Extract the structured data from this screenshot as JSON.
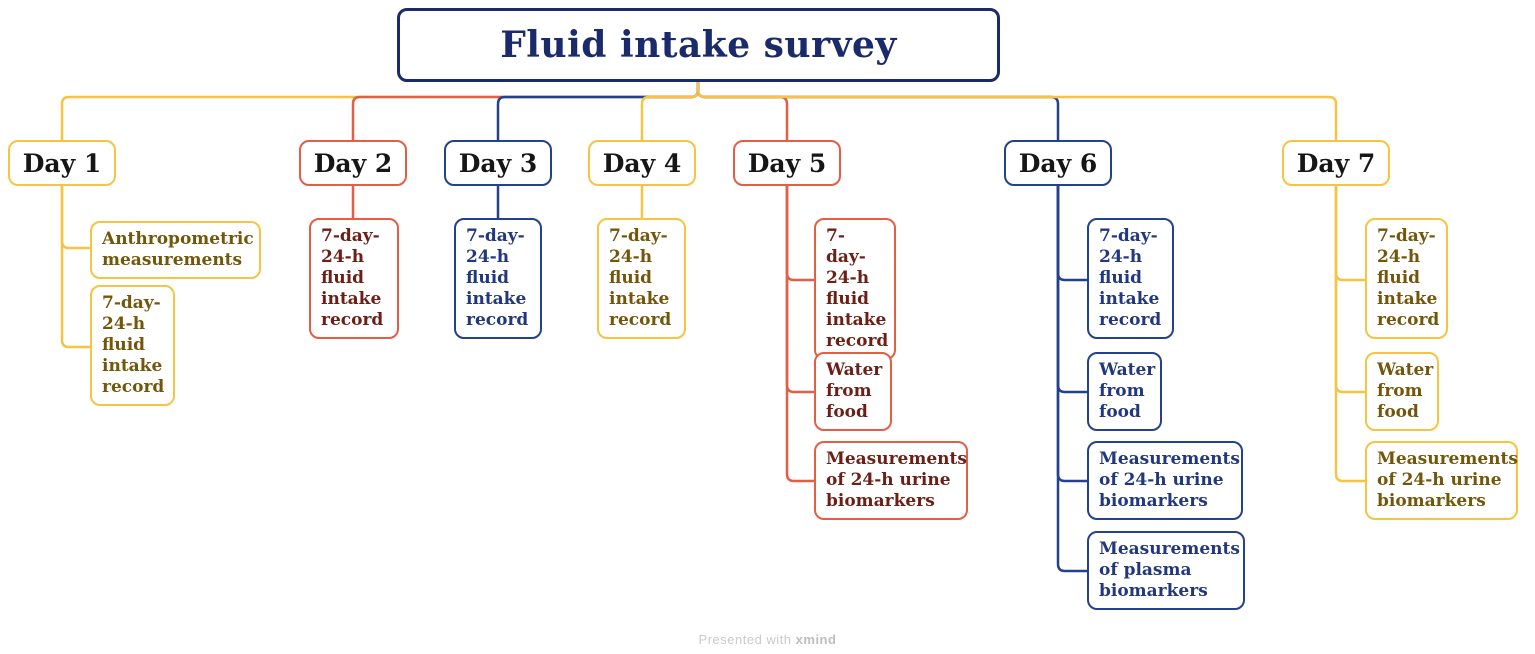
{
  "root": {
    "label": "Fluid intake survey"
  },
  "days": [
    {
      "label": "Day 1",
      "color": "yellow",
      "children": [
        "Anthropometric measurements",
        "7-day-24-h fluid intake record"
      ]
    },
    {
      "label": "Day 2",
      "color": "red",
      "children": [
        "7-day-24-h fluid intake record"
      ]
    },
    {
      "label": "Day 3",
      "color": "navy",
      "children": [
        "7-day-24-h fluid intake record"
      ]
    },
    {
      "label": "Day 4",
      "color": "yellow",
      "children": [
        "7-day-24-h fluid intake record"
      ]
    },
    {
      "label": "Day 5",
      "color": "red",
      "children": [
        "7-day-24-h fluid intake record",
        "Water from food",
        "Measurements of 24-h urine biomarkers"
      ]
    },
    {
      "label": "Day 6",
      "color": "navy",
      "children": [
        "7-day-24-h fluid intake record",
        "Water from food",
        "Measurements of 24-h urine biomarkers",
        "Measurements of plasma biomarkers"
      ]
    },
    {
      "label": "Day 7",
      "color": "yellow",
      "children": [
        "7-day-24-h fluid intake record",
        "Water from food",
        "Measurements of 24-h urine biomarkers"
      ]
    }
  ],
  "palette": {
    "yellow": {
      "border": "#F6C343",
      "text": "#74560A"
    },
    "red": {
      "border": "#E55D45",
      "text": "#6C1F15"
    },
    "navy": {
      "border": "#24418E",
      "text": "#21377E"
    },
    "root": {
      "border": "#1B2A6B",
      "text": "#1B2A6B"
    },
    "day_text": "#161616",
    "background": "#FFFFFF",
    "watermark_text": "#CACACE",
    "watermark_brand": "#BDBDC2"
  },
  "watermark": {
    "prefix": "Presented with ",
    "brand": "xmind"
  }
}
